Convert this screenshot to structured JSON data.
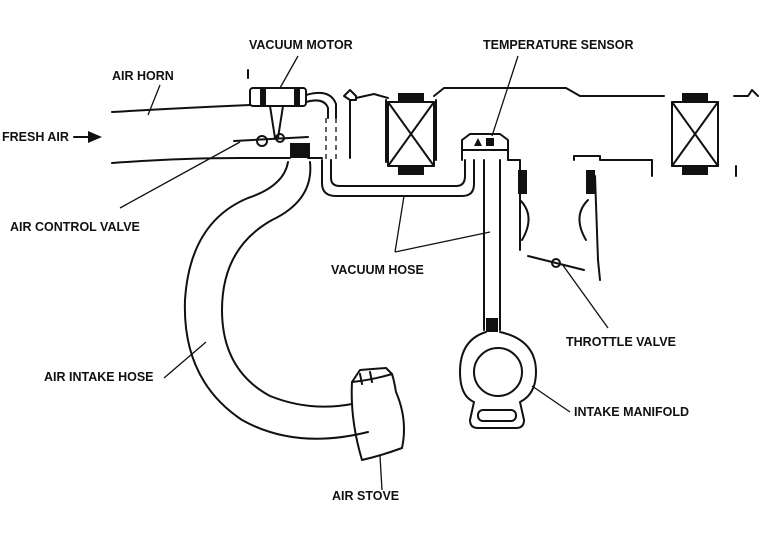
{
  "labels": {
    "vacuum_motor": "VACUUM MOTOR",
    "temperature_sensor": "TEMPERATURE SENSOR",
    "air_horn": "AIR HORN",
    "fresh_air": "FRESH AIR",
    "air_control_valve": "AIR CONTROL VALVE",
    "vacuum_hose": "VACUUM HOSE",
    "throttle_valve": "THROTTLE VALVE",
    "air_intake_hose": "AIR INTAKE HOSE",
    "intake_manifold": "INTAKE MANIFOLD",
    "air_stove": "AIR STOVE"
  },
  "colors": {
    "ink": "#111111",
    "paper": "#ffffff"
  }
}
